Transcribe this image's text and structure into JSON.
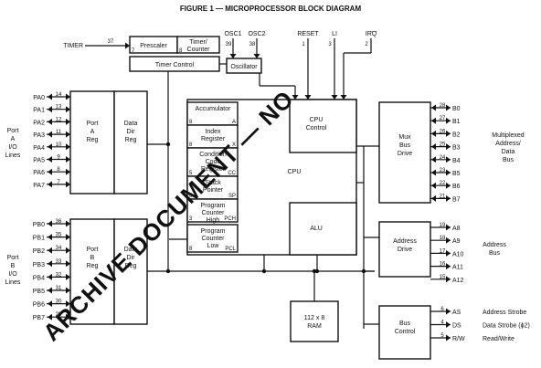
{
  "title": "FIGURE 1 — MICROPROCESSOR BLOCK DIAGRAM",
  "watermark": "ARCHIVE DOCUMENT — NO",
  "top_signals": [
    {
      "name": "OSC1",
      "pin": "39"
    },
    {
      "name": "OSC2",
      "pin": "38"
    },
    {
      "name": "RESET",
      "pin": "1"
    },
    {
      "name": "LI",
      "pin": "3"
    },
    {
      "name": "IRQ",
      "pin": "2"
    }
  ],
  "timer": {
    "label": "TIMER",
    "pin": "37"
  },
  "blocks": {
    "prescaler": "Prescaler",
    "prescaler_pin": "7",
    "timer_counter": [
      "Timer/",
      "Counter"
    ],
    "timer_counter_pin": "8",
    "timer_control": "Timer Control",
    "oscillator": "Oscillator",
    "cpu_control": [
      "CPU",
      "Control"
    ],
    "cpu": "CPU",
    "alu": "ALU",
    "ram": [
      "112 x 8",
      "RAM"
    ],
    "mux_bus_drive": [
      "Mux",
      "Bus",
      "Drive"
    ],
    "address_drive": [
      "Address",
      "Drive"
    ],
    "bus_control": [
      "Bus",
      "Control"
    ],
    "port_reg_a": [
      "Port",
      "A",
      "Reg"
    ],
    "port_reg_b": [
      "Port",
      "B",
      "Reg"
    ],
    "data_dir_reg": [
      "Data",
      "Dir",
      "Reg"
    ]
  },
  "registers": [
    {
      "name": [
        "Accumulator"
      ],
      "width": "8",
      "tag": "A"
    },
    {
      "name": [
        "Index",
        "Register"
      ],
      "width": "8",
      "tag": "X"
    },
    {
      "name": [
        "Condition",
        "Code",
        "Register"
      ],
      "width": "5",
      "tag": "CC"
    },
    {
      "name": [
        "Stack",
        "Pointer"
      ],
      "width": "6",
      "tag": "SP"
    },
    {
      "name": [
        "Program",
        "Counter",
        "High"
      ],
      "width": "3",
      "tag": "PCH"
    },
    {
      "name": [
        "Program",
        "Counter",
        "Low"
      ],
      "width": "8",
      "tag": "PCL"
    }
  ],
  "port_a": {
    "label": [
      "Port",
      "A",
      "I/O",
      "Lines"
    ],
    "pins": [
      {
        "name": "PA0",
        "num": "14"
      },
      {
        "name": "PA1",
        "num": "13"
      },
      {
        "name": "PA2",
        "num": "12"
      },
      {
        "name": "PA3",
        "num": "11"
      },
      {
        "name": "PA4",
        "num": "10"
      },
      {
        "name": "PA5",
        "num": "9"
      },
      {
        "name": "PA6",
        "num": "8"
      },
      {
        "name": "PA7",
        "num": "7"
      }
    ]
  },
  "port_b": {
    "label": [
      "Port",
      "B",
      "I/O",
      "Lines"
    ],
    "pins": [
      {
        "name": "PB0",
        "num": "36"
      },
      {
        "name": "PB1",
        "num": "35"
      },
      {
        "name": "PB2",
        "num": "34"
      },
      {
        "name": "PB3",
        "num": "33"
      },
      {
        "name": "PB4",
        "num": "32"
      },
      {
        "name": "PB5",
        "num": "31"
      },
      {
        "name": "PB6",
        "num": "30"
      },
      {
        "name": "PB7",
        "num": "29"
      }
    ]
  },
  "bus_b": {
    "label": [
      "Multiplexed",
      "Address/",
      "Data",
      "Bus"
    ],
    "pins": [
      {
        "name": "B0",
        "num": "28"
      },
      {
        "name": "B1",
        "num": "27"
      },
      {
        "name": "B2",
        "num": "26"
      },
      {
        "name": "B3",
        "num": "25"
      },
      {
        "name": "B4",
        "num": "24"
      },
      {
        "name": "B5",
        "num": "23"
      },
      {
        "name": "B6",
        "num": "22"
      },
      {
        "name": "B7",
        "num": "21"
      }
    ]
  },
  "address_bus": {
    "label": [
      "Address",
      "Bus"
    ],
    "pins": [
      {
        "name": "A8",
        "num": "19"
      },
      {
        "name": "A9",
        "num": "18"
      },
      {
        "name": "A10",
        "num": "17"
      },
      {
        "name": "A11",
        "num": "16"
      },
      {
        "name": "A12",
        "num": "15"
      }
    ]
  },
  "control_bus": [
    {
      "name": "AS",
      "num": "6",
      "desc": "Address Strobe"
    },
    {
      "name": "DS",
      "num": "4",
      "desc": "Data Strobe (ϕ2)"
    },
    {
      "name": "R/W",
      "num": "5",
      "desc": "Read/Write"
    }
  ]
}
